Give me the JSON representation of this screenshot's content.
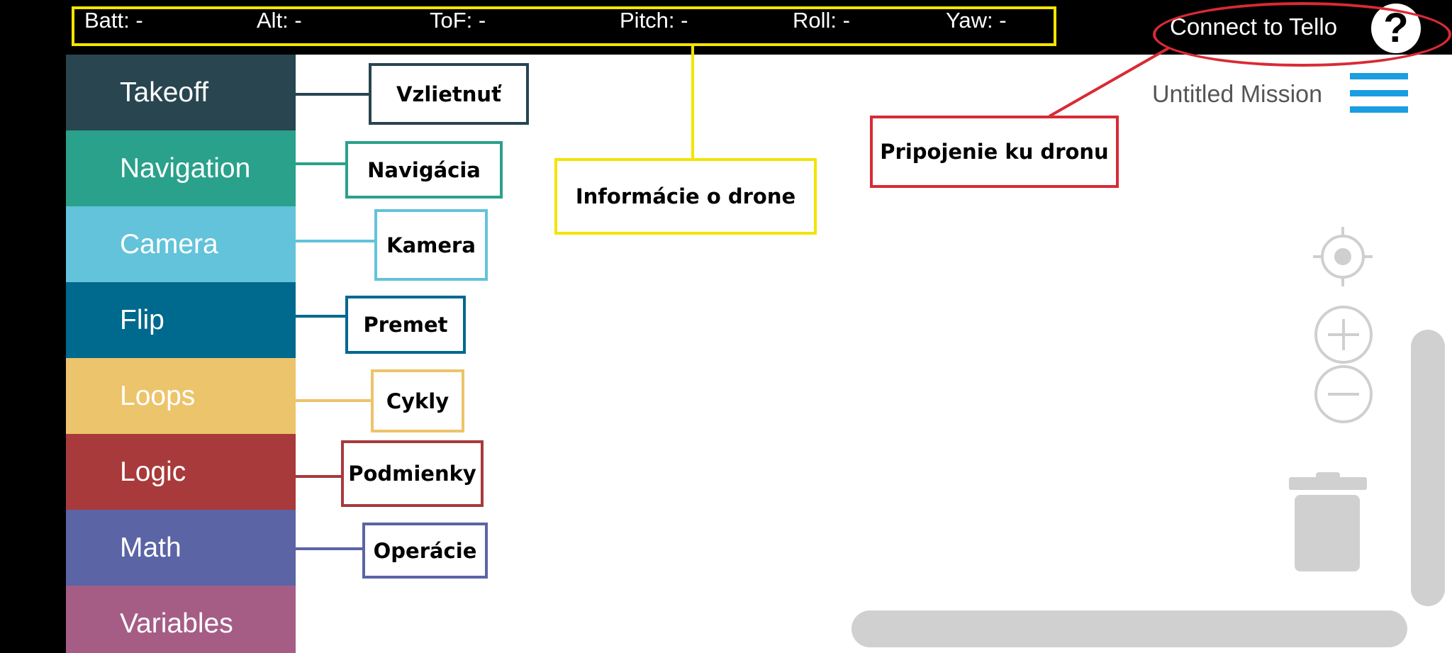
{
  "telemetry": [
    {
      "label": "Batt: -"
    },
    {
      "label": "Alt: -"
    },
    {
      "label": "ToF: -"
    },
    {
      "label": "Pitch: -"
    },
    {
      "label": "Roll: -"
    },
    {
      "label": "Yaw: -"
    }
  ],
  "header": {
    "connect_label": "Connect to Tello",
    "help_label": "?"
  },
  "mission": {
    "title": "Untitled Mission"
  },
  "categories": [
    {
      "label": "Takeoff",
      "color": "#284550"
    },
    {
      "label": "Navigation",
      "color": "#2aa18b"
    },
    {
      "label": "Camera",
      "color": "#62c3da"
    },
    {
      "label": "Flip",
      "color": "#00698e"
    },
    {
      "label": "Loops",
      "color": "#ecc46b"
    },
    {
      "label": "Logic",
      "color": "#a83a3b"
    },
    {
      "label": "Math",
      "color": "#5b64a5"
    },
    {
      "label": "Variables",
      "color": "#a55d86"
    }
  ],
  "annotations": {
    "takeoff": "Vzlietnuť",
    "navigation": "Navigácia",
    "camera": "Kamera",
    "flip": "Premet",
    "loops": "Cykly",
    "logic": "Podmienky",
    "math": "Operácie",
    "drone_info": "Informácie o drone",
    "connection": "Pripojenie ku dronu"
  },
  "colors": {
    "telemetry_highlight": "#f3e400",
    "connection_highlight": "#d92a35",
    "menu_accent": "#1a9de1",
    "workspace_controls": "#cfcfcf"
  },
  "icons": {
    "help": "question-mark-icon",
    "menu": "hamburger-menu-icon",
    "recenter": "crosshair-icon",
    "zoom_in": "plus-circle-icon",
    "zoom_out": "minus-circle-icon",
    "trash": "trash-can-icon"
  }
}
